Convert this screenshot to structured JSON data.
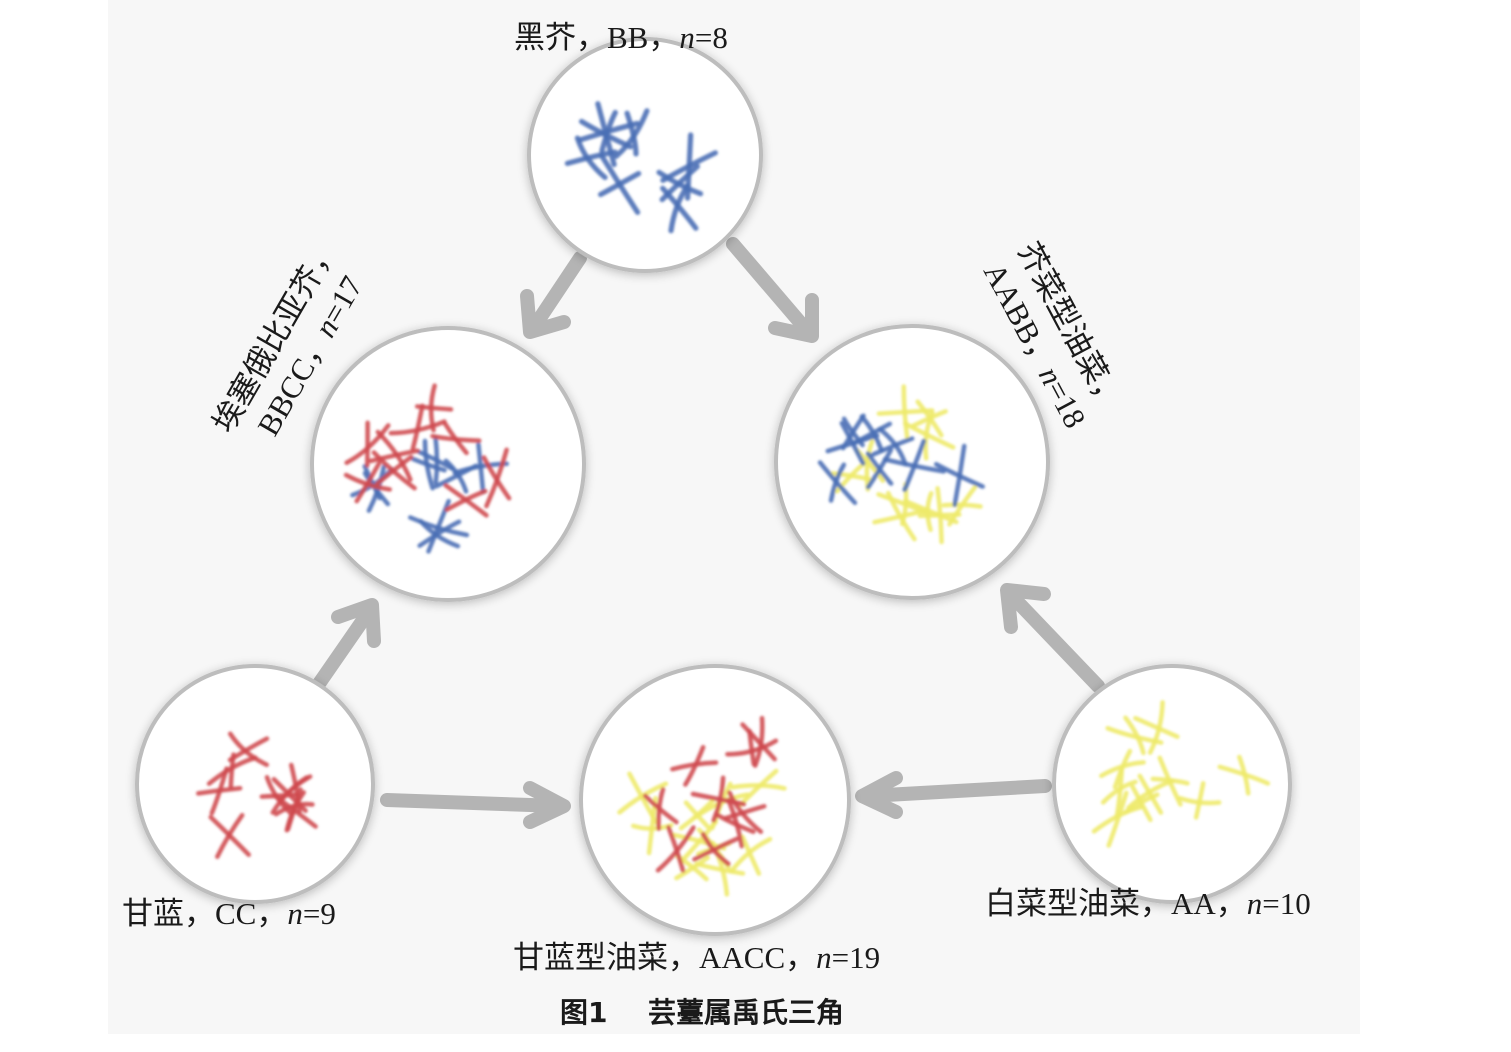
{
  "species": {
    "bb": {
      "name": "黑芥",
      "genome": "BB",
      "n": "8"
    },
    "bbcc": {
      "name": "埃塞俄比亚芥",
      "genome": "BBCC",
      "n": "17"
    },
    "aabb": {
      "name": "芥菜型油菜",
      "genome": "AABB",
      "n": "18"
    },
    "cc": {
      "name": "甘蓝",
      "genome": "CC",
      "n": "9"
    },
    "aacc": {
      "name": "甘蓝型油菜",
      "genome": "AACC",
      "n": "19"
    },
    "aa": {
      "name": "白菜型油菜",
      "genome": "AA",
      "n": "10"
    }
  },
  "sep": "，",
  "n_symbol": "n",
  "eq": "=",
  "caption": {
    "fig": "图1",
    "title": "芸薹属禹氏三角"
  },
  "colors": {
    "B": "#4a6fb5",
    "C": "#cf4a4f",
    "A": "#eeea6a",
    "arrow": "#b4b4b4",
    "circle_stroke": "#bdbdbd"
  }
}
